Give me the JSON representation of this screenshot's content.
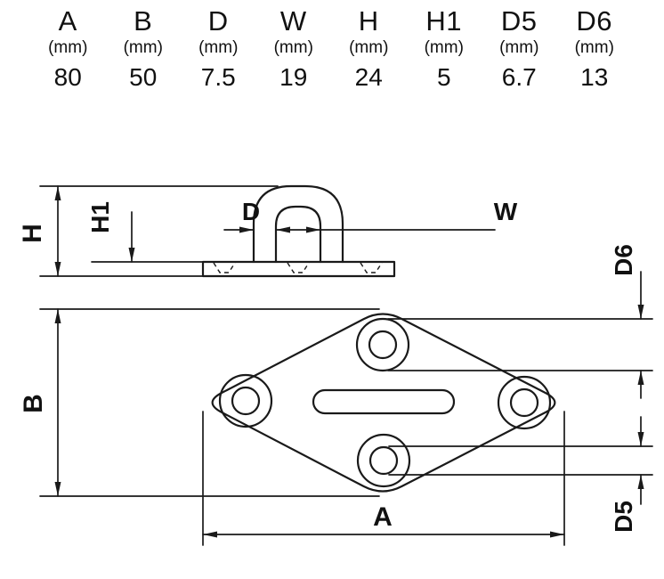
{
  "table": {
    "columns": [
      {
        "label": "A",
        "unit": "(mm)",
        "value": "80"
      },
      {
        "label": "B",
        "unit": "(mm)",
        "value": "50"
      },
      {
        "label": "D",
        "unit": "(mm)",
        "value": "7.5"
      },
      {
        "label": "W",
        "unit": "(mm)",
        "value": "19"
      },
      {
        "label": "H",
        "unit": "(mm)",
        "value": "24"
      },
      {
        "label": "H1",
        "unit": "(mm)",
        "value": "5"
      },
      {
        "label": "D5",
        "unit": "(mm)",
        "value": "6.7"
      },
      {
        "label": "D6",
        "unit": "(mm)",
        "value": "13"
      }
    ]
  },
  "drawing": {
    "labels": {
      "h": "H",
      "h1": "H1",
      "d": "D",
      "w": "W",
      "d6": "D6",
      "b": "B",
      "a": "A",
      "d5": "D5"
    },
    "colors": {
      "line": "#1a1a1a",
      "text": "#111111",
      "background": "#ffffff"
    }
  }
}
